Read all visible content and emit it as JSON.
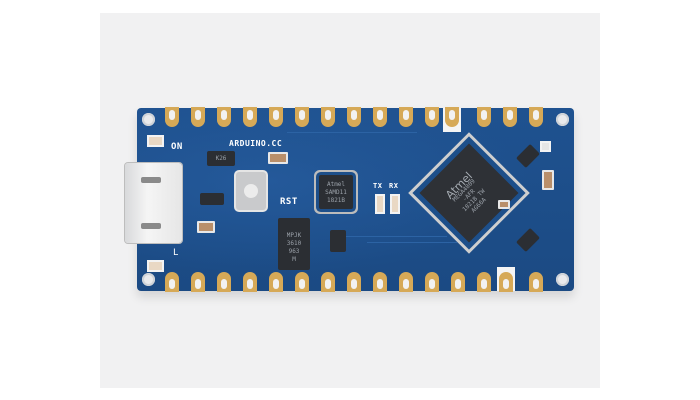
{
  "image": {
    "subject": "Arduino Nano Every microcontroller board",
    "background_color": "#ffffff",
    "panel_color": "#f1f1f2",
    "pcb_color": "#1d4f8a",
    "pad_color": "#d6a957"
  },
  "silkscreen": {
    "brand": "ARDUINO.CC",
    "power_led_label": "ON",
    "reset_label": "RST",
    "tx_label": "TX",
    "rx_label": "RX",
    "builtin_led_label": "L"
  },
  "chips": {
    "main_mcu": {
      "lines": [
        "Atmel",
        "MEGA4809",
        "-AFR",
        "1821B TW",
        "AG66A"
      ]
    },
    "usb_bridge": {
      "lines": [
        "Atmel",
        "SAMD11",
        "1821B"
      ]
    },
    "regulator": {
      "lines": [
        "MPJK",
        "3610",
        "963",
        "M"
      ]
    },
    "diode": {
      "lines": [
        "K26"
      ]
    }
  },
  "headers": {
    "top_pin_count": 15,
    "bottom_pin_count": 15
  }
}
